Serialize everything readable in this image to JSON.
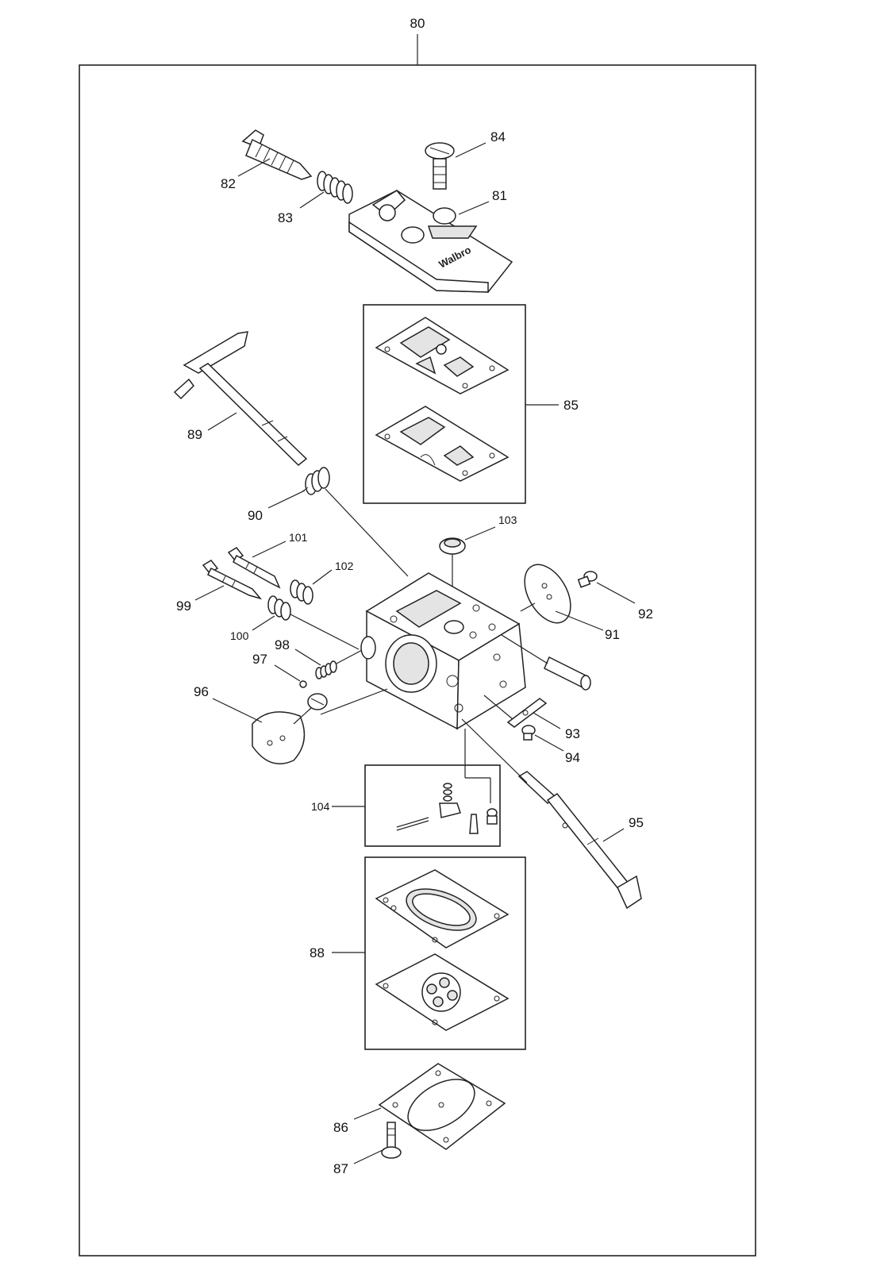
{
  "diagram": {
    "assembly_number": "80",
    "brand_mark": "Walbro",
    "part_numbers": {
      "p81": "81",
      "p82": "82",
      "p83": "83",
      "p84": "84",
      "p85": "85",
      "p86": "86",
      "p87": "87",
      "p88": "88",
      "p89": "89",
      "p90": "90",
      "p91": "91",
      "p92": "92",
      "p93": "93",
      "p94": "94",
      "p95": "95",
      "p96": "96",
      "p97": "97",
      "p98": "98",
      "p99": "99",
      "p100": "100",
      "p101": "101",
      "p102": "102",
      "p103": "103",
      "p104": "104"
    }
  }
}
